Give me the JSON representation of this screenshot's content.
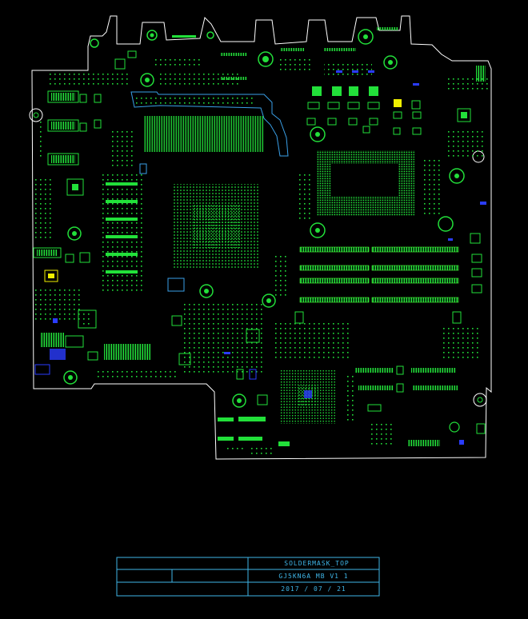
{
  "colors": {
    "background": "#000000",
    "outline": "#ffffff",
    "pad": "#22e03a",
    "pad_bright": "#4cff3a",
    "via": "#7fffd4",
    "blue_part": "#2a3cff",
    "highlight": "#3aa0e8",
    "yellow": "#f0f000",
    "title_block": "#3fb6e8"
  },
  "title_block": {
    "layer": "SOLDERMASK_TOP",
    "board": "GJ5KN6A MB V1 1",
    "date": "2017 / 07 / 21"
  }
}
